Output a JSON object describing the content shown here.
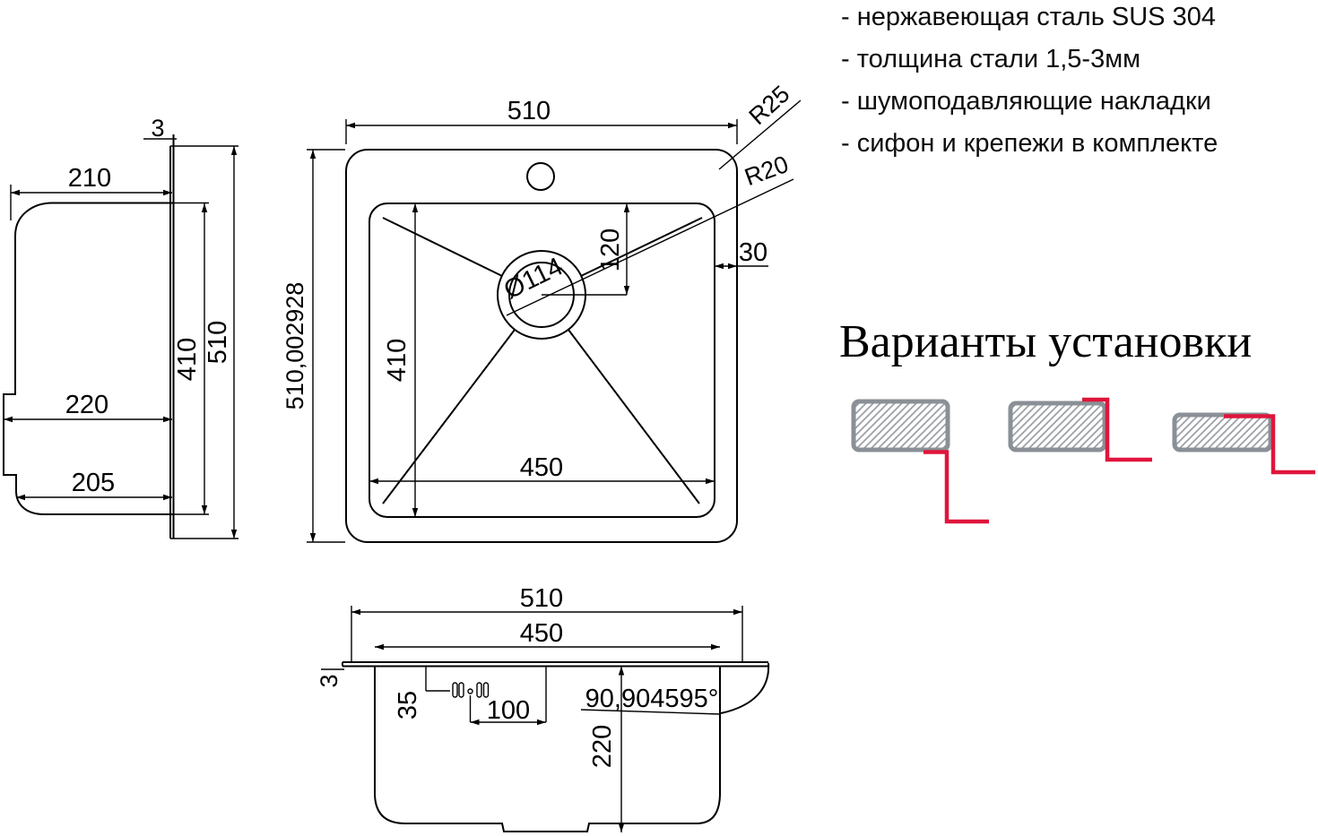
{
  "notes": {
    "line1": "- нержавеющая сталь SUS 304",
    "line2": "- толщина стали 1,5-3мм",
    "line3": "- шумоподавляющие накладки",
    "line4": "- сифон и крепежи в комплекте"
  },
  "install_title": "Варианты установки",
  "top_view": {
    "width": "510",
    "height": "510,002928",
    "bowl_width": "450",
    "bowl_height": "410",
    "drain_offset": "120",
    "drain_diameter": "Ø114",
    "rim_gap": "30",
    "outer_radius": "R25",
    "inner_radius": "R20"
  },
  "side_view": {
    "flange_thickness": "3",
    "depth_top": "210",
    "inner_height": "410",
    "outer_height": "510",
    "depth_mid": "220",
    "depth_bottom": "205"
  },
  "front_view": {
    "width": "510",
    "bowl_width": "450",
    "rim_thickness": "3",
    "slot_offset": "35",
    "slot_pitch": "100",
    "wall_angle": "90,904595°",
    "bowl_depth": "220"
  },
  "colors": {
    "line": "#000000",
    "accent_red": "#e0153c",
    "hatch_gray": "#8a9096"
  }
}
